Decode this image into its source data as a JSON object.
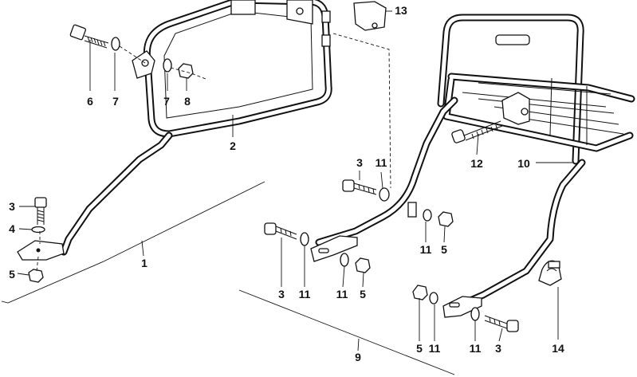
{
  "diagram": {
    "labels": {
      "l1": "1",
      "l2": "2",
      "l3a": "3",
      "l3b": "3",
      "l3c": "3",
      "l3d": "3",
      "l4": "4",
      "l5a": "5",
      "l5b": "5",
      "l5c": "5",
      "l5d": "5",
      "l6": "6",
      "l7a": "7",
      "l7b": "7",
      "l8": "8",
      "l9": "9",
      "l10": "10",
      "l11a": "11",
      "l11b": "11",
      "l11c": "11",
      "l11d": "11",
      "l11e": "11",
      "l11f": "11",
      "l12": "12",
      "l13": "13",
      "l14": "14"
    }
  }
}
